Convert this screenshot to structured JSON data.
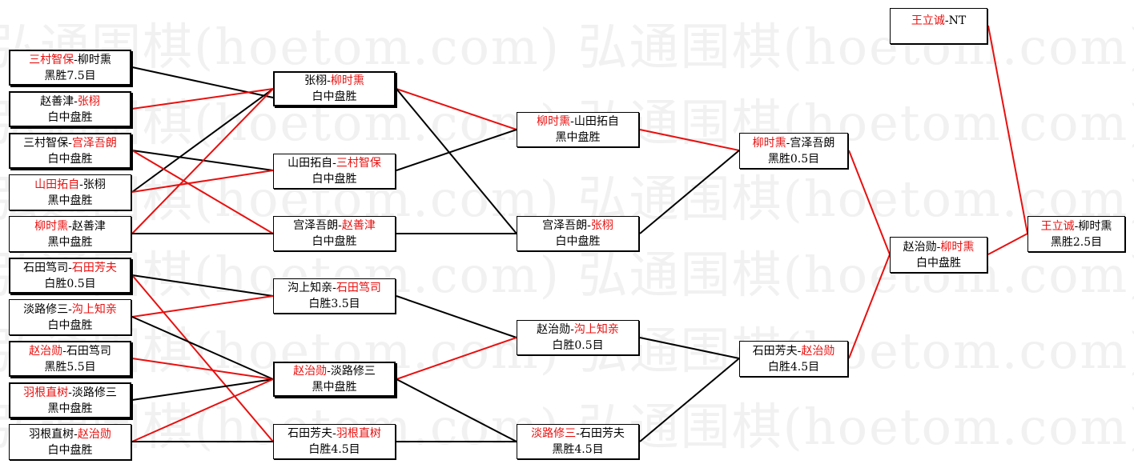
{
  "watermark": {
    "text": "弘通围棋(hoetom.com) 弘通围棋(hoetom.com) 弘通围棋(hoetom.com)"
  },
  "colors": {
    "win": "#e8100f",
    "loss": "#000000"
  },
  "matches": {
    "m1": {
      "p1": "三村智保",
      "sep": "-",
      "p2": "柳时熏",
      "winner": 1,
      "result": "黑胜7.5目"
    },
    "m2": {
      "p1": "赵善津",
      "sep": "-",
      "p2": "张栩",
      "winner": 2,
      "result": "白中盘胜"
    },
    "m3": {
      "p1": "三村智保",
      "sep": "-",
      "p2": "宫泽吾朗",
      "winner": 2,
      "result": "白中盘胜"
    },
    "m4": {
      "p1": "山田拓自",
      "sep": "-",
      "p2": "张栩",
      "winner": 1,
      "result": "黑中盘胜"
    },
    "m5": {
      "p1": "柳时熏",
      "sep": "-",
      "p2": "赵善津",
      "winner": 1,
      "result": "黑中盘胜"
    },
    "m6": {
      "p1": "石田笃司",
      "sep": "-",
      "p2": "石田芳夫",
      "winner": 2,
      "result": "白胜0.5目"
    },
    "m7": {
      "p1": "淡路修三",
      "sep": "-",
      "p2": "沟上知亲",
      "winner": 2,
      "result": "白中盘胜"
    },
    "m8": {
      "p1": "赵治勋",
      "sep": "-",
      "p2": "石田笃司",
      "winner": 1,
      "result": "黑胜5.5目"
    },
    "m9": {
      "p1": "羽根直树",
      "sep": "-",
      "p2": "淡路修三",
      "winner": 1,
      "result": "黑中盘胜"
    },
    "m10": {
      "p1": "羽根直树",
      "sep": "-",
      "p2": "赵治勋",
      "winner": 2,
      "result": "白中盘胜"
    },
    "m11": {
      "p1": "张栩",
      "sep": "-",
      "p2": "柳时熏",
      "winner": 2,
      "result": "白中盘胜"
    },
    "m12": {
      "p1": "山田拓自",
      "sep": "-",
      "p2": "三村智保",
      "winner": 2,
      "result": "白中盘胜"
    },
    "m13": {
      "p1": "宫泽吾朗",
      "sep": "-",
      "p2": "赵善津",
      "winner": 2,
      "result": "白中盘胜"
    },
    "m14": {
      "p1": "沟上知亲",
      "sep": "-",
      "p2": "石田笃司",
      "winner": 2,
      "result": "白胜3.5目"
    },
    "m15": {
      "p1": "赵治勋",
      "sep": "-",
      "p2": "淡路修三",
      "winner": 1,
      "result": "黑中盘胜"
    },
    "m16": {
      "p1": "石田芳夫",
      "sep": "-",
      "p2": "羽根直树",
      "winner": 2,
      "result": "白胜4.5目"
    },
    "m17": {
      "p1": "柳时熏",
      "sep": "-",
      "p2": "山田拓自",
      "winner": 1,
      "result": "黑中盘胜"
    },
    "m18": {
      "p1": "宫泽吾朗",
      "sep": "-",
      "p2": "张栩",
      "winner": 2,
      "result": "白中盘胜"
    },
    "m19": {
      "p1": "赵治勋",
      "sep": "-",
      "p2": "沟上知亲",
      "winner": 2,
      "result": "白胜0.5目"
    },
    "m20": {
      "p1": "淡路修三",
      "sep": "-",
      "p2": "石田芳夫",
      "winner": 1,
      "result": "黑胜4.5目"
    },
    "m21": {
      "p1": "柳时熏",
      "sep": "-",
      "p2": "宫泽吾朗",
      "winner": 1,
      "result": "黑胜0.5目"
    },
    "m22": {
      "p1": "石田芳夫",
      "sep": "-",
      "p2": "赵治勋",
      "winner": 2,
      "result": "白胜4.5目"
    },
    "m23": {
      "p1": "赵治勋",
      "sep": "-",
      "p2": "柳时熏",
      "winner": 2,
      "result": "白中盘胜"
    },
    "m24": {
      "p1": "王立诚",
      "sep": "-",
      "p2": "柳时熏",
      "winner": 1,
      "result": "黑胜2.5目"
    },
    "m25": {
      "p1": "王立诚",
      "sep": "-",
      "p2": "NT",
      "winner": 1,
      "result": ""
    }
  }
}
